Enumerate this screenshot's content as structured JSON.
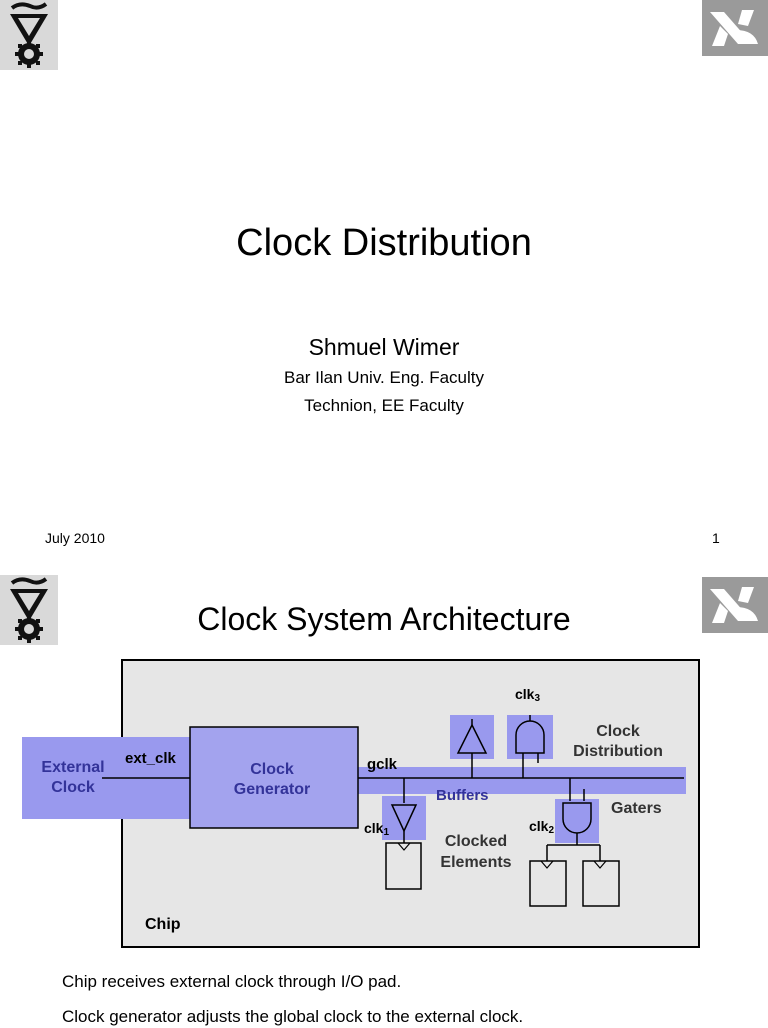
{
  "slide1": {
    "title": "Clock Distribution",
    "author": "Shmuel Wimer",
    "affiliations": [
      "Bar Ilan Univ. Eng. Faculty",
      "Technion, EE Faculty"
    ],
    "footer_date": "July 2010",
    "page_number": "1"
  },
  "slide2": {
    "title": "Clock System Architecture",
    "diagram": {
      "external_clock": [
        "External",
        "Clock"
      ],
      "ext_clk": "ext_clk",
      "clock_generator": [
        "Clock",
        "Generator"
      ],
      "gclk": "gclk",
      "clk1": "clk",
      "clk1_sub": "1",
      "clk2": "clk",
      "clk2_sub": "2",
      "clk3": "clk",
      "clk3_sub": "3",
      "buffers": "Buffers",
      "clock_distribution": [
        "Clock",
        "Distribution"
      ],
      "gaters": "Gaters",
      "clocked_elements": [
        "Clocked",
        "Elements"
      ],
      "chip": "Chip"
    },
    "bullets": [
      "Chip receives external clock through I/O pad.",
      "Clock generator adjusts the global clock to the external clock."
    ]
  },
  "colors": {
    "highlight": "#9999ee",
    "generator_fill": "#a3a3ee",
    "chip_fill": "#e6e6e6",
    "generator_text": "#333399"
  }
}
